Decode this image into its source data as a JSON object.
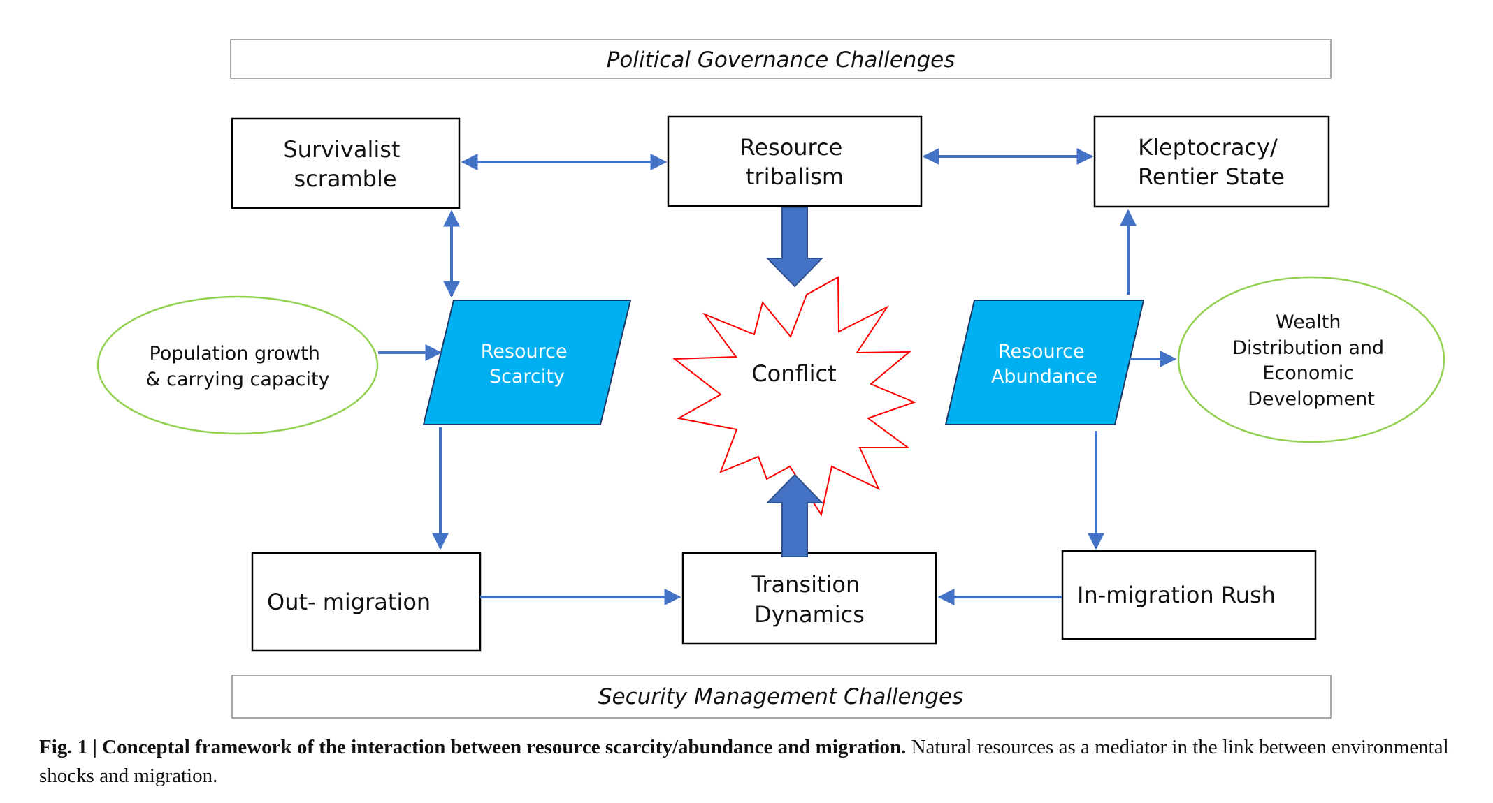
{
  "banners": {
    "top": "Political Governance Challenges",
    "bottom": "Security Management Challenges"
  },
  "boxes": {
    "survivalist": [
      "Survivalist",
      "scramble"
    ],
    "tribalism": [
      "Resource",
      "tribalism"
    ],
    "kleptocracy": [
      "Kleptocracy/",
      "Rentier State"
    ],
    "outmigration": [
      "Out- migration"
    ],
    "transition": [
      "Transition",
      "Dynamics"
    ],
    "inmigration": [
      "In-migration Rush"
    ]
  },
  "parallelograms": {
    "scarcity": [
      "Resource",
      "Scarcity"
    ],
    "abundance": [
      "Resource",
      "Abundance"
    ]
  },
  "ovals": {
    "population": [
      "Population growth",
      "& carrying capacity"
    ],
    "wealth": [
      "Wealth",
      "Distribution and",
      "Economic",
      "Development"
    ]
  },
  "conflict": "Conflict",
  "caption": {
    "bold": "Fig. 1 | Conceptal framework of the interaction between resource scarcity/abundance and migration.",
    "regular": "Natural resources as a mediator in the link between environmental shocks and migration."
  },
  "colors": {
    "arrow": "#4472C4",
    "parallelogram_fill": "#00B0F0",
    "oval_stroke": "#92D050",
    "star_stroke": "#FF0000"
  }
}
